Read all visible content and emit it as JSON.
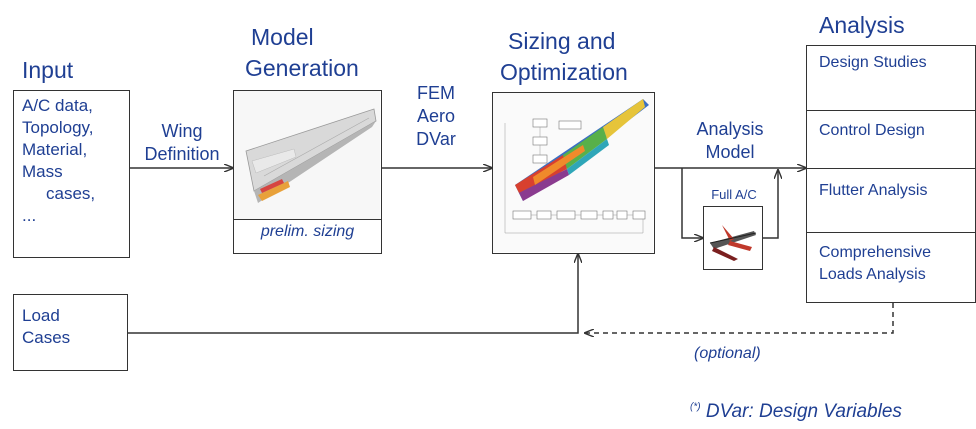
{
  "input": {
    "heading": "Input",
    "lines": [
      "A/C data,",
      "Topology,",
      "Material,",
      "Mass",
      "cases,",
      "..."
    ]
  },
  "wing_definition": {
    "lines": [
      "Wing",
      "Definition"
    ]
  },
  "model_generation": {
    "heading_lines": [
      "Model",
      "Generation"
    ],
    "footer": "prelim. sizing"
  },
  "fem_aero_dvar": {
    "lines": [
      "FEM",
      "Aero",
      "DVar"
    ]
  },
  "sizing_optimization": {
    "heading_lines": [
      "Sizing and",
      "Optimization"
    ]
  },
  "analysis_model": {
    "lines": [
      "Analysis",
      "Model"
    ],
    "full_ac": "Full A/C"
  },
  "analysis": {
    "heading": "Analysis",
    "items": [
      {
        "lines": [
          "Design Studies"
        ]
      },
      {
        "lines": [
          "Control Design"
        ]
      },
      {
        "lines": [
          "Flutter Analysis"
        ]
      },
      {
        "lines": [
          "Comprehensive",
          "Loads Analysis"
        ]
      }
    ]
  },
  "load_cases": {
    "lines": [
      "Load",
      "Cases"
    ]
  },
  "optional": "(optional)",
  "footnote": {
    "marker": "(*)",
    "text": "DVar: Design Variables"
  },
  "colors": {
    "text": "#1f3f93",
    "line": "#333333"
  }
}
